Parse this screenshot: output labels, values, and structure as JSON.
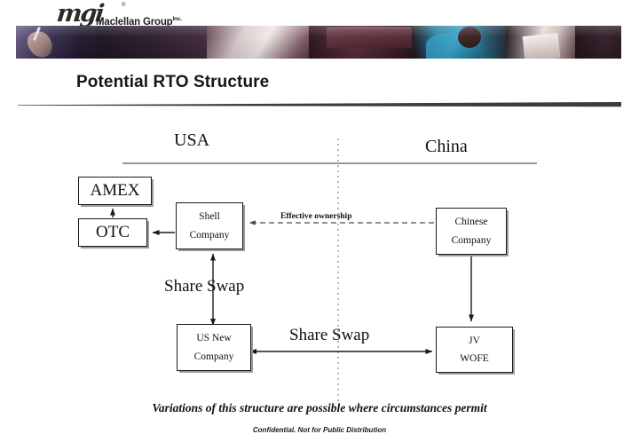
{
  "brand": {
    "logo_script": "mgi",
    "logo_trademark": "®",
    "logo_name": "Maclellan Group",
    "logo_suffix": "Inc."
  },
  "slide": {
    "title": "Potential RTO Structure",
    "footnote": "Variations of this structure are possible where circumstances permit",
    "confidential": "Confidential. Not for Public Distribution"
  },
  "diagram": {
    "regions": [
      {
        "id": "usa",
        "label": "USA"
      },
      {
        "id": "china",
        "label": "China"
      }
    ],
    "nodes": [
      {
        "id": "amex",
        "lines": [
          "AMEX"
        ]
      },
      {
        "id": "otc",
        "lines": [
          "OTC"
        ]
      },
      {
        "id": "shell",
        "lines": [
          "Shell",
          "Company"
        ]
      },
      {
        "id": "chinese",
        "lines": [
          "Chinese",
          "Company"
        ]
      },
      {
        "id": "usnew",
        "lines": [
          "US New",
          "Company"
        ]
      },
      {
        "id": "jv",
        "lines": [
          "JV",
          "WOFE"
        ]
      }
    ],
    "edges": [
      {
        "id": "effective-ownership",
        "label": "Effective ownership",
        "style": "dashed",
        "arrow": "single"
      },
      {
        "id": "share-swap-vertical",
        "label": "Share Swap",
        "style": "solid",
        "arrow": "double"
      },
      {
        "id": "share-swap-horizontal",
        "label": "Share Swap",
        "style": "solid",
        "arrow": "double"
      }
    ],
    "colors": {
      "line": "#1a1a1a",
      "divider": "#8c8c8c",
      "box_shadow": "#9b9b9b"
    }
  }
}
